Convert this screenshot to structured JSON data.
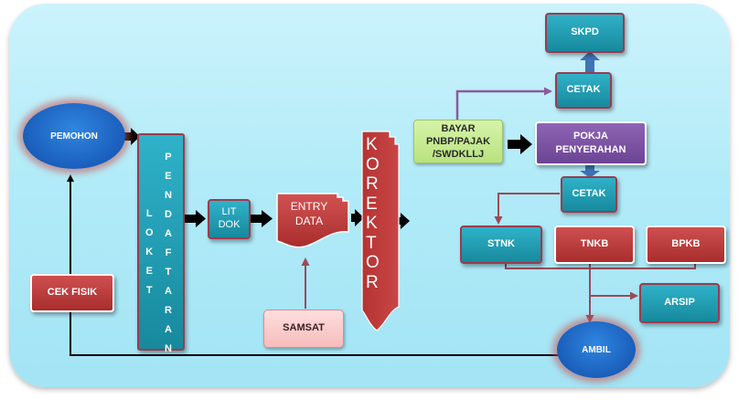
{
  "nodes": {
    "pemohon": "PEMOHON",
    "loket_col1": [
      "L",
      "O",
      "K",
      "E",
      "T"
    ],
    "loket_col2": [
      "P",
      "E",
      "N",
      "D",
      "A",
      "F",
      "T",
      "A",
      "R",
      "A",
      "N"
    ],
    "litdok": [
      "LIT",
      "DOK"
    ],
    "entry": [
      "ENTRY",
      "DATA"
    ],
    "samsat": "SAMSAT",
    "korektor": [
      "K",
      "O",
      "R",
      "E",
      "K",
      "T",
      "O",
      "R"
    ],
    "cek_fisik": "CEK FISIK",
    "bayar": [
      "BAYAR",
      "PNBP/PAJAK",
      "/SWDKLLJ"
    ],
    "pokja": [
      "POKJA",
      "PENYERAHAN"
    ],
    "cetak_top": "CETAK",
    "skpd": "SKPD",
    "cetak_mid": "CETAK",
    "stnk": "STNK",
    "tnkb": "TNKB",
    "bpkb": "BPKB",
    "arsip": "ARSIP",
    "ambil": "AMBIL"
  },
  "colors": {
    "teal": "#1fa0b7",
    "red": "#b83a3a",
    "purple": "#7a52a3",
    "green": "#c9eb95",
    "pink": "#fbd0d0",
    "ellipse_blue": "#1f6fce",
    "connector_purple": "#8a5a9e",
    "connector_maroon": "#9b4a5a",
    "arrow_black": "#000000"
  }
}
